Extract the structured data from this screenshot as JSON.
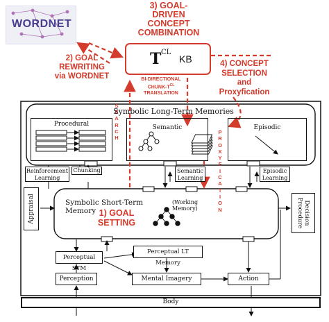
{
  "logo": {
    "text": "WORDNET"
  },
  "annotations": {
    "step3_lines": [
      "3) GOAL-",
      "DRIVEN",
      "CONCEPT",
      "COMBINATION"
    ],
    "step2_lines": [
      "2) GOAL",
      "REWRITING",
      "via WORDNET"
    ],
    "step4_lines": [
      "4) CONCEPT",
      "SELECTION",
      "and",
      "Proxyfication"
    ],
    "step1_lines": [
      "1) GOAL",
      "SETTING"
    ],
    "translation_lines": [
      "BI-DIRECTIONAL",
      "CHUNK-T",
      "TRANSLATION"
    ],
    "translation_sup": "CL",
    "search_letters": [
      "S",
      "E",
      "A",
      "R",
      "C",
      "H"
    ],
    "proxy_letters": [
      "P",
      "R",
      "O",
      "X",
      "Y",
      "F",
      "I",
      "C",
      "A",
      "T",
      "I",
      "O",
      "N"
    ]
  },
  "kb": {
    "symbol": "T",
    "sup": "CL",
    "suffix": "KB"
  },
  "ltm": {
    "title": "Symbolic Long-Term Memories",
    "procedural": "Procedural",
    "semantic": "Semantic",
    "episodic": "Episodic"
  },
  "learning": {
    "reinforcement": [
      "Reinforcement",
      "Learning"
    ],
    "chunking": "Chunking",
    "semantic_learning": [
      "Semantic",
      "Learning"
    ],
    "episodic_learning": [
      "Episodic",
      "Learning"
    ]
  },
  "stm": {
    "title": "Symbolic Short-Term Memory",
    "subtitle": "(Working Memory)"
  },
  "side": {
    "appraisal": "Appraisal",
    "decision": [
      "Decision",
      "Procedure"
    ]
  },
  "perceptual": {
    "stm": "Perceptual STM",
    "ltm": "Perceptual LT Memory",
    "perception": "Perception",
    "imagery": "Mental Imagery",
    "action": "Action"
  },
  "body": {
    "label": "Body"
  },
  "colors": {
    "accent": "#d33b2c",
    "ink": "#111111"
  }
}
